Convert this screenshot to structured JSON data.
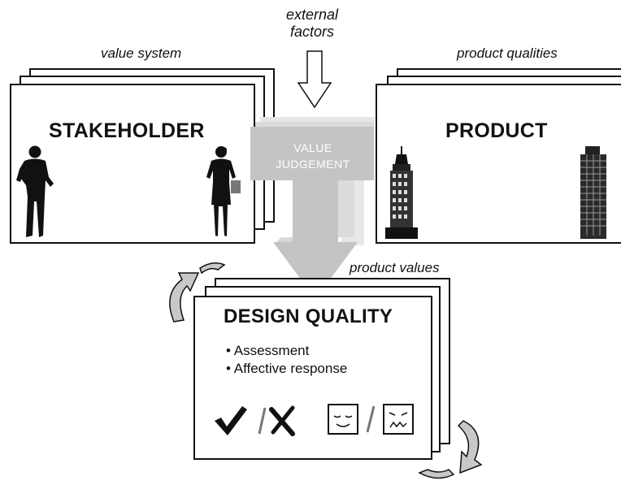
{
  "labels": {
    "external_factors_line1": "external",
    "external_factors_line2": "factors",
    "value_system": "value system",
    "product_qualities": "product qualities",
    "product_values": "product values"
  },
  "boxes": {
    "stakeholder_title": "STAKEHOLDER",
    "product_title": "PRODUCT",
    "design_quality_title": "DESIGN QUALITY"
  },
  "value_judgement": {
    "line1": "VALUE",
    "line2": "JUDGEMENT"
  },
  "design_quality": {
    "bullets": [
      "• Assessment",
      "• Affective response"
    ]
  },
  "icons": {
    "stakeholder": [
      "businessman-silhouette-icon",
      "businesswoman-silhouette-icon"
    ],
    "product": [
      "ornate-skyscraper-icon",
      "modern-skyscraper-icon"
    ],
    "assessment": [
      "checkmark-icon",
      "cross-icon"
    ],
    "affective": [
      "happy-face-icon",
      "sad-face-icon"
    ],
    "cycle": [
      "cycle-arrow-left-icon",
      "cycle-arrow-right-icon"
    ]
  },
  "colors": {
    "arrow_gray": "#c7c7c7",
    "arrow_light": "#e2e2e2",
    "outline": "#111111"
  }
}
